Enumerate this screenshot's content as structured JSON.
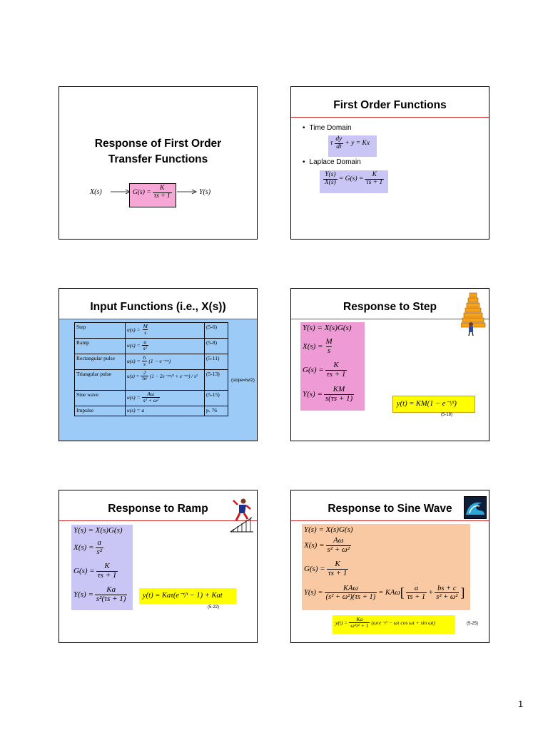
{
  "slides": {
    "s1": {
      "title_line1": "Response of First Order",
      "title_line2": "Transfer Functions",
      "x_label": "X(s)",
      "y_label": "Y(s)",
      "g_lhs": "G(s) =",
      "g_num": "K",
      "g_den": "τs + 1"
    },
    "s2": {
      "title": "First Order Functions",
      "bullet1": "Time Domain",
      "bullet2": "Laplace Domain",
      "td_tau": "τ",
      "td_num": "dy",
      "td_den": "dt",
      "td_rest": "+ y = Kx",
      "ld_num1": "Y(s)",
      "ld_den1": "X(s)",
      "ld_mid": "= G(s) =",
      "ld_num2": "K",
      "ld_den2": "τs + 1"
    },
    "s3": {
      "title": "Input Functions (i.e., X(s))",
      "side_note": "(slope=tw/2)",
      "rows": [
        {
          "name": "Step",
          "lhs": "u(s) =",
          "num": "M",
          "den": "s",
          "ref": "(5-6)"
        },
        {
          "name": "Ramp",
          "lhs": "u(s) =",
          "num": "a",
          "den": "s²",
          "ref": "(5-8)"
        },
        {
          "name": "Rectangular pulse",
          "lhs": "u(s) =",
          "num": "h",
          "den": "s",
          "tail": "(1 − e⁻ᵗʷˢ)",
          "ref": "(5-11)"
        },
        {
          "name": "Triangular pulse",
          "lhs": "u(s) =",
          "num": "2",
          "den": "tw",
          "tail": "(1 − 2e⁻ᵗʷˢ/² + e⁻ᵗʷˢ) / s²",
          "ref": "(5-13)"
        },
        {
          "name": "Sine wave",
          "lhs": "u(s) =",
          "num": "Aω",
          "den": "s² + ω²",
          "ref": "(5-15)"
        },
        {
          "name": "Impulse",
          "lhs": "u(s) = a",
          "ref": "p. 76"
        }
      ]
    },
    "s4": {
      "title": "Response to Step",
      "l1": "Y(s) = X(s)G(s)",
      "l2_lhs": "X(s) =",
      "l2_num": "M",
      "l2_den": "s",
      "l3_lhs": "G(s) =",
      "l3_num": "K",
      "l3_den": "τs + 1",
      "l4_lhs": "Y(s) =",
      "l4_num": "KM",
      "l4_den": "s(τs + 1)",
      "result": "y(t) = KM(1 − e⁻ᵗ/ᵗ)",
      "ref": "(5-18)"
    },
    "s5": {
      "title": "Response to Ramp",
      "l1": "Y(s) = X(s)G(s)",
      "l2_lhs": "X(s) =",
      "l2_num": "a",
      "l2_den": "s²",
      "l3_lhs": "G(s) =",
      "l3_num": "K",
      "l3_den": "τs + 1",
      "l4_lhs": "Y(s) =",
      "l4_num": "Ka",
      "l4_den": "s²(τs + 1)",
      "result": "y(t) = Kaτ(e⁻ᵗ/ᵗ − 1) + Kat",
      "ref": "(5-22)"
    },
    "s6": {
      "title": "Response to Sine Wave",
      "l1": "Y(s) = X(s)G(s)",
      "l2_lhs": "X(s) =",
      "l2_num": "Aω",
      "l2_den": "s² + ω²",
      "l3_lhs": "G(s) =",
      "l3_num": "K",
      "l3_den": "τs + 1",
      "l4_lhs": "Y(s) =",
      "l4_num": "KAω",
      "l4_den": "(s² + ω²)(τs + 1)",
      "l4_mid": "= KAω",
      "l4_f1_num": "a",
      "l4_f1_den": "τs + 1",
      "l4_f2_num": "bs + c",
      "l4_f2_den": "s² + ω²",
      "res_lhs": "y(t) =",
      "res_num": "Ka",
      "res_den": "ω²τ² + 1",
      "res_tail": "(ωτe⁻ᵗ/ᵗ − ωτ cos ωt + sin ωt)",
      "ref": "(5-25)"
    }
  },
  "page_number": "1",
  "colors": {
    "red_rule": "#d62b2b",
    "pink": "#f6a7d6",
    "blue": "#9ccbf7",
    "magenta": "#ee9ad4",
    "lavender": "#c9c6f5",
    "peach": "#f8c9a2",
    "yellow": "#ffff00"
  }
}
